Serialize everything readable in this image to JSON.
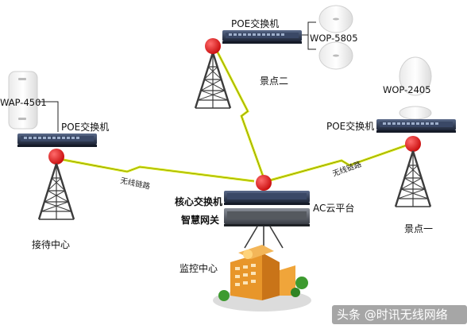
{
  "labels": {
    "poe_switch_top": "POE交换机",
    "ap_top": "WOP-5805",
    "site_two": "景点二",
    "ap_left": "WAP-4501",
    "poe_switch_left": "POE交换机",
    "reception": "接待中心",
    "ap_right": "WOP-2405",
    "poe_switch_right": "POE交换机",
    "site_one": "景点一",
    "wireless_link_left": "无线链路",
    "wireless_link_right": "无线链路",
    "core_switch": "核心交换机",
    "ac_cloud": "AC云平台",
    "smart_gateway": "智慧网关",
    "monitor_center": "监控中心"
  },
  "watermark": "头条 @时讯无线网络",
  "icons": {
    "tower": "radio-tower-icon",
    "antenna_ball": "antenna-ball-icon",
    "switch": "network-switch-icon",
    "ap": "access-point-icon",
    "building": "building-icon",
    "lightning": "wireless-link-icon"
  },
  "colors": {
    "tower": "#4a4a4a",
    "antenna_ball": "#e01515",
    "link": "#d8e81a",
    "switch_body": "#2d3a55",
    "building": "#e8962a"
  }
}
